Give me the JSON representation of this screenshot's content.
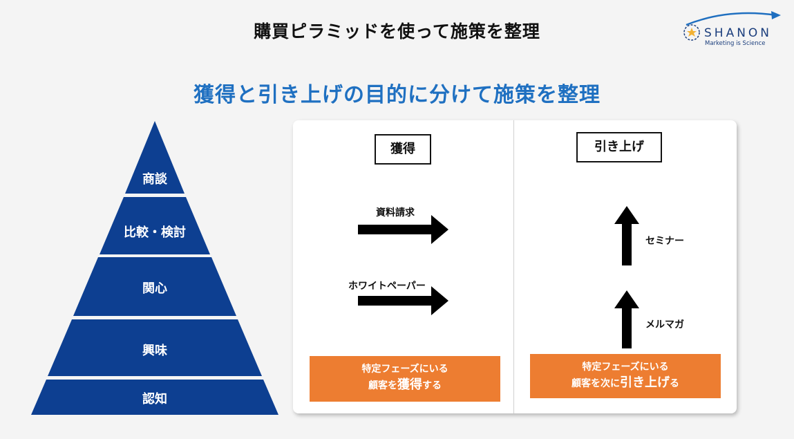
{
  "header": {
    "title": "購買ピラミッドを使って施策を整理",
    "logo": {
      "word": "SHANON",
      "tagline": "Marketing is Science"
    }
  },
  "subtitle": "獲得と引き上げの目的に分けて施策を整理",
  "pyramid": {
    "color": "#0d3f91",
    "levels": [
      "商談",
      "比較・検討",
      "関心",
      "興味",
      "認知"
    ]
  },
  "acquisition": {
    "heading": "獲得",
    "tactics": [
      "資料請求",
      "ホワイトペーパー"
    ],
    "result": {
      "line1": "特定フェーズにいる",
      "line2_pre": "顧客を",
      "line2_emph": "獲得",
      "line2_post": "する"
    }
  },
  "upgrade": {
    "heading": "引き上げ",
    "tactics": [
      "セミナー",
      "メルマガ"
    ],
    "result": {
      "line1": "特定フェーズにいる",
      "line2_pre": "顧客を次に",
      "line2_emph": "引き上げ",
      "line2_post": "る"
    }
  },
  "colors": {
    "accent_blue": "#1f70c1",
    "accent_orange": "#ed7d31",
    "pyramid_navy": "#0d3f91"
  }
}
